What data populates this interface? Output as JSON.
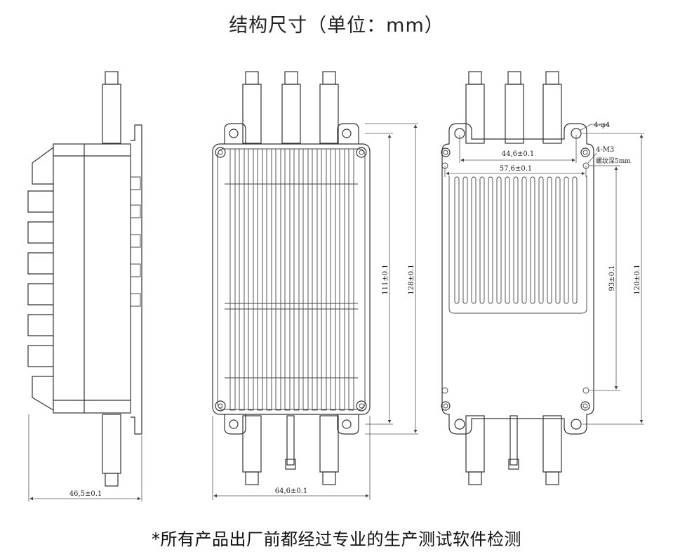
{
  "title": "结构尺寸（单位：mm）",
  "footnote": "*所有产品出厂前都经过专业的生产测试软件检测",
  "views": {
    "side": {
      "width_dim": "46,5±0.1"
    },
    "top": {
      "width_dim": "64,6±0.1",
      "inner_height_dim": "111±0.1",
      "outer_height_dim": "128±0.1"
    },
    "bottom": {
      "hole_note": "4-φ4",
      "thread_note": "4-M3",
      "thread_depth_note": "螺纹深5mm",
      "hole_span_top": "44,6±0.1",
      "hole_span_mid": "57,6±0.1",
      "inner_height_dim": "93±0.1",
      "outer_height_dim": "120±0.1"
    }
  }
}
